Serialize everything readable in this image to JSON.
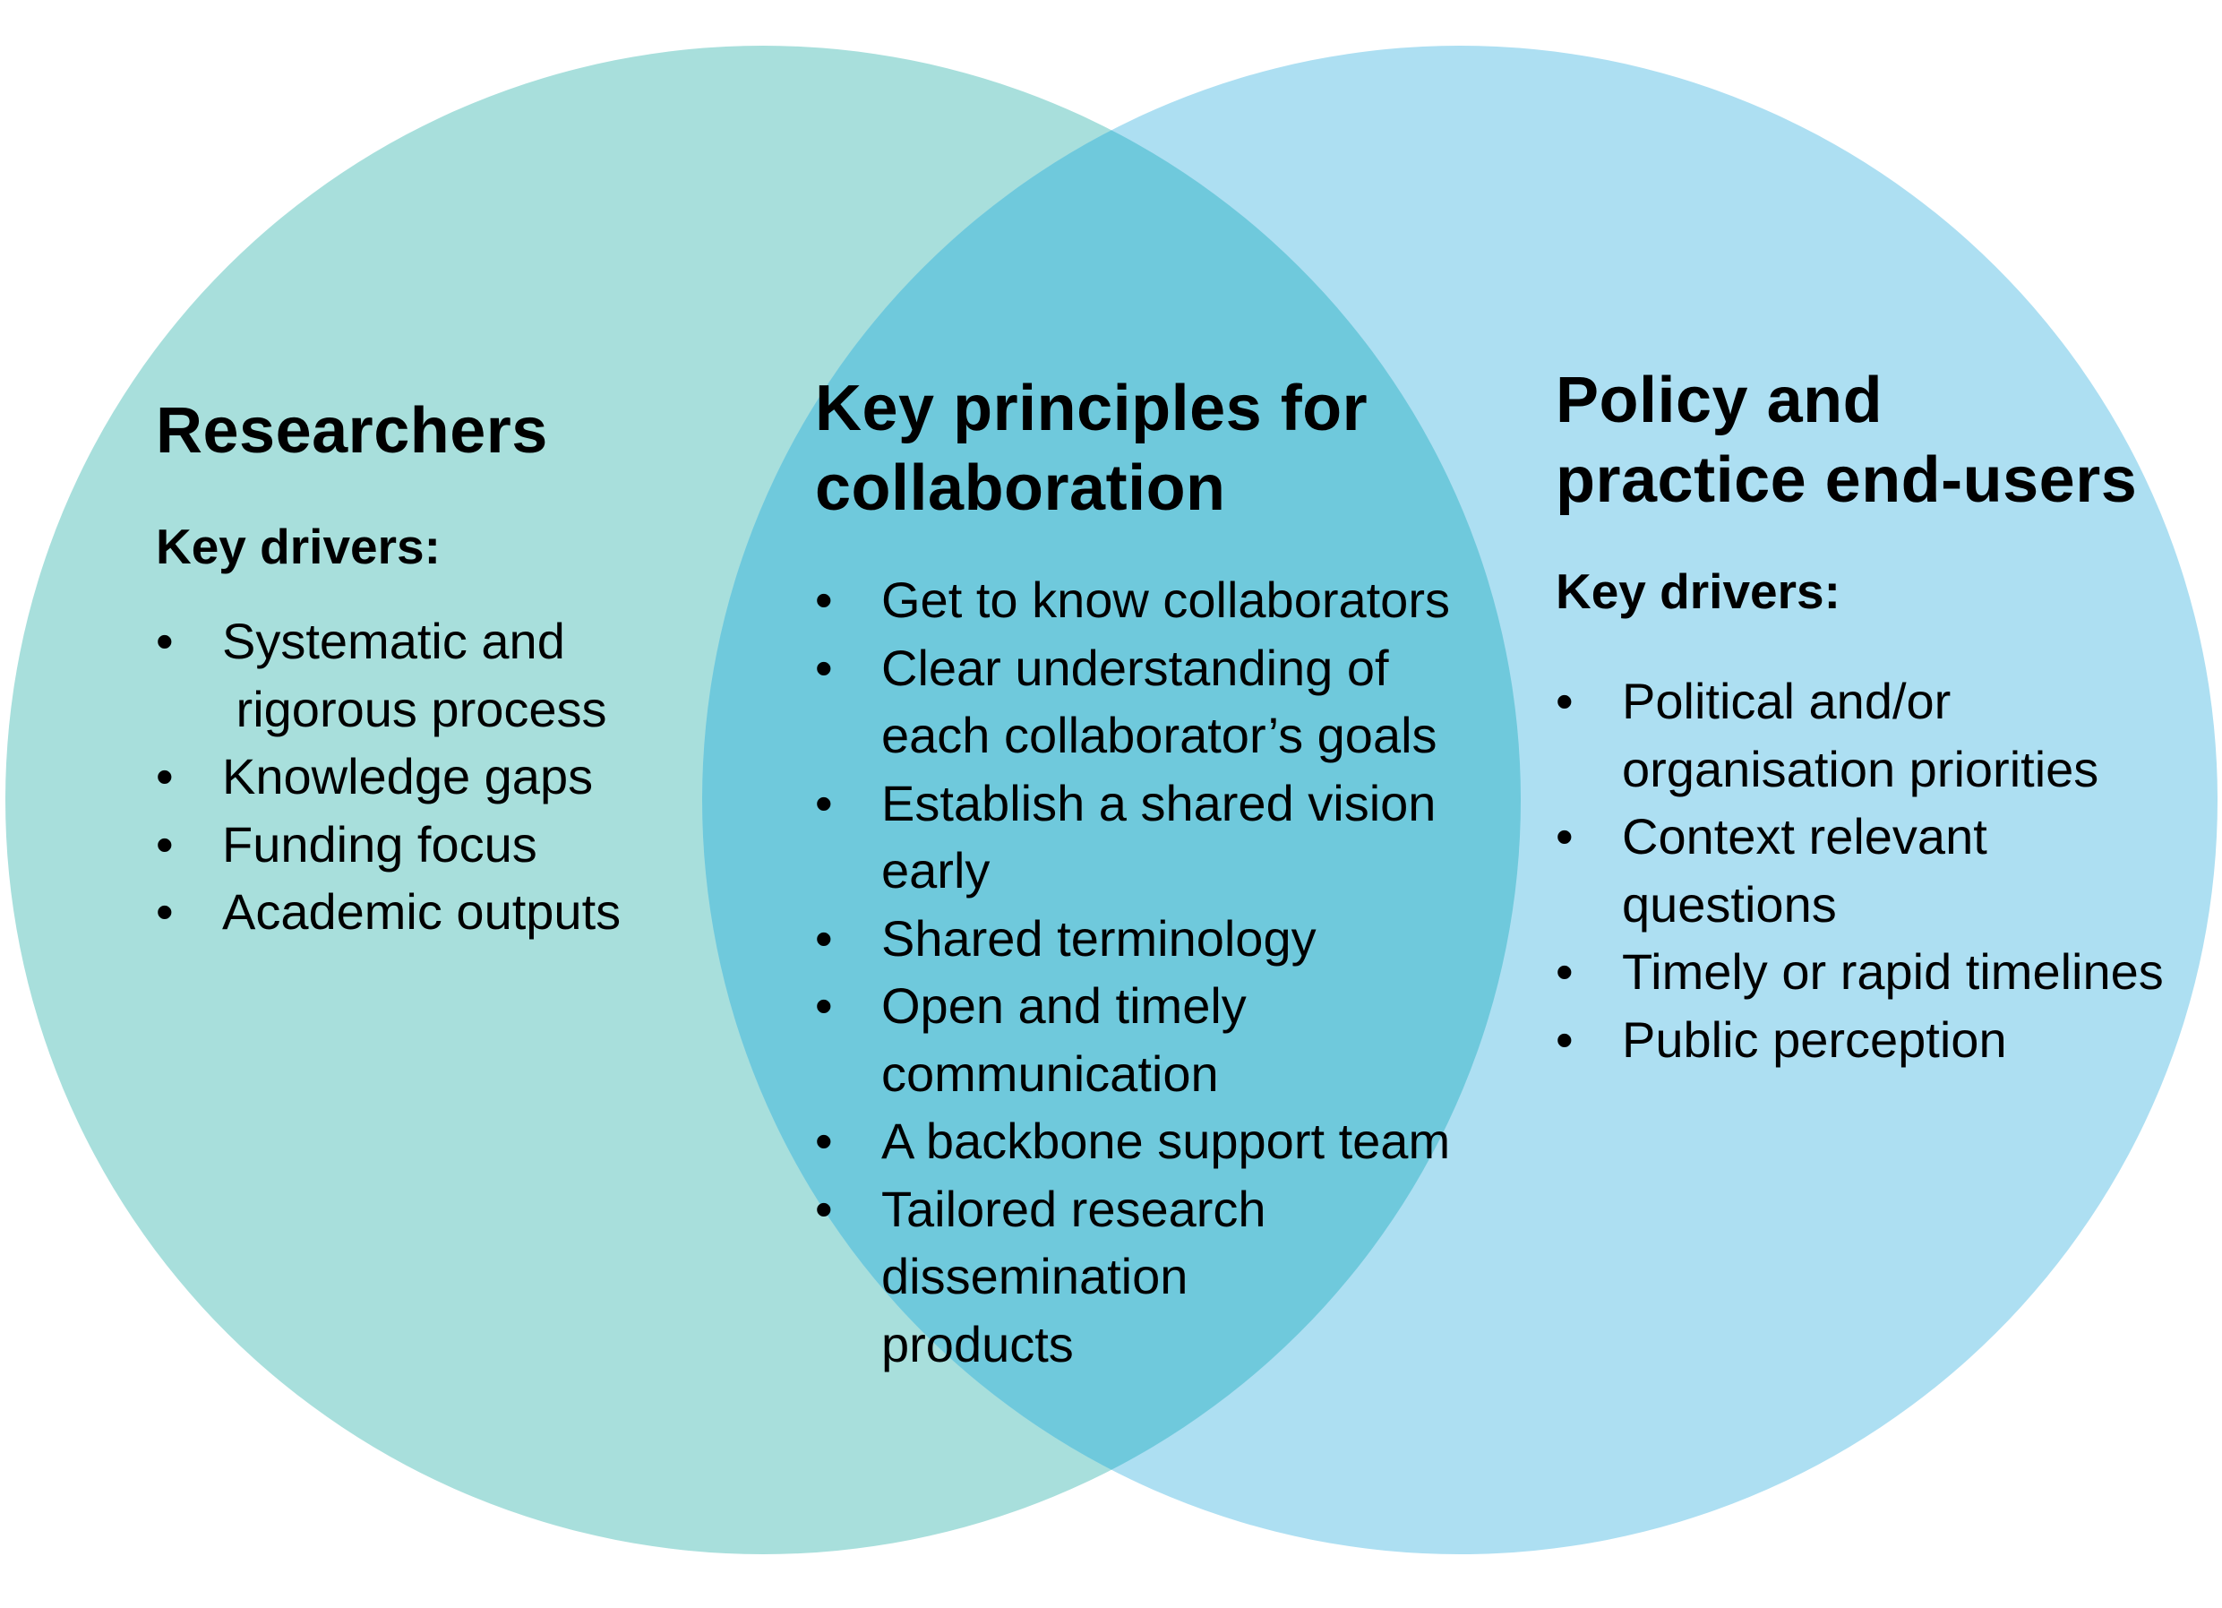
{
  "colors": {
    "left_circle": "#a8dfdc",
    "right_circle": "#addff2",
    "overlap": "#6fc9dc",
    "text": "#000000"
  },
  "left": {
    "title": "Researchers",
    "subtitle": "Key drivers:",
    "items": [
      {
        "lines": [
          "Systematic and",
          " rigorous process"
        ]
      },
      {
        "lines": [
          "Knowledge gaps"
        ]
      },
      {
        "lines": [
          "Funding focus"
        ]
      },
      {
        "lines": [
          "Academic outputs"
        ]
      }
    ]
  },
  "center": {
    "title_lines": [
      "Key principles for",
      "collaboration"
    ],
    "items": [
      {
        "lines": [
          "Get to know collaborators"
        ]
      },
      {
        "lines": [
          "Clear understanding of",
          "each collaborator’s goals"
        ]
      },
      {
        "lines": [
          "Establish a shared vision",
          "early"
        ]
      },
      {
        "lines": [
          "Shared terminology"
        ]
      },
      {
        "lines": [
          "Open and timely",
          "communication"
        ]
      },
      {
        "lines": [
          "A backbone support team"
        ]
      },
      {
        "lines": [
          "Tailored research",
          "dissemination",
          "products"
        ]
      }
    ]
  },
  "right": {
    "title_lines": [
      "Policy and",
      "practice end-users"
    ],
    "subtitle": "Key drivers:",
    "items": [
      {
        "lines": [
          "Political and/or",
          "organisation priorities"
        ]
      },
      {
        "lines": [
          "Context relevant",
          "questions"
        ]
      },
      {
        "lines": [
          "Timely or rapid timelines"
        ]
      },
      {
        "lines": [
          "Public perception"
        ]
      }
    ]
  }
}
